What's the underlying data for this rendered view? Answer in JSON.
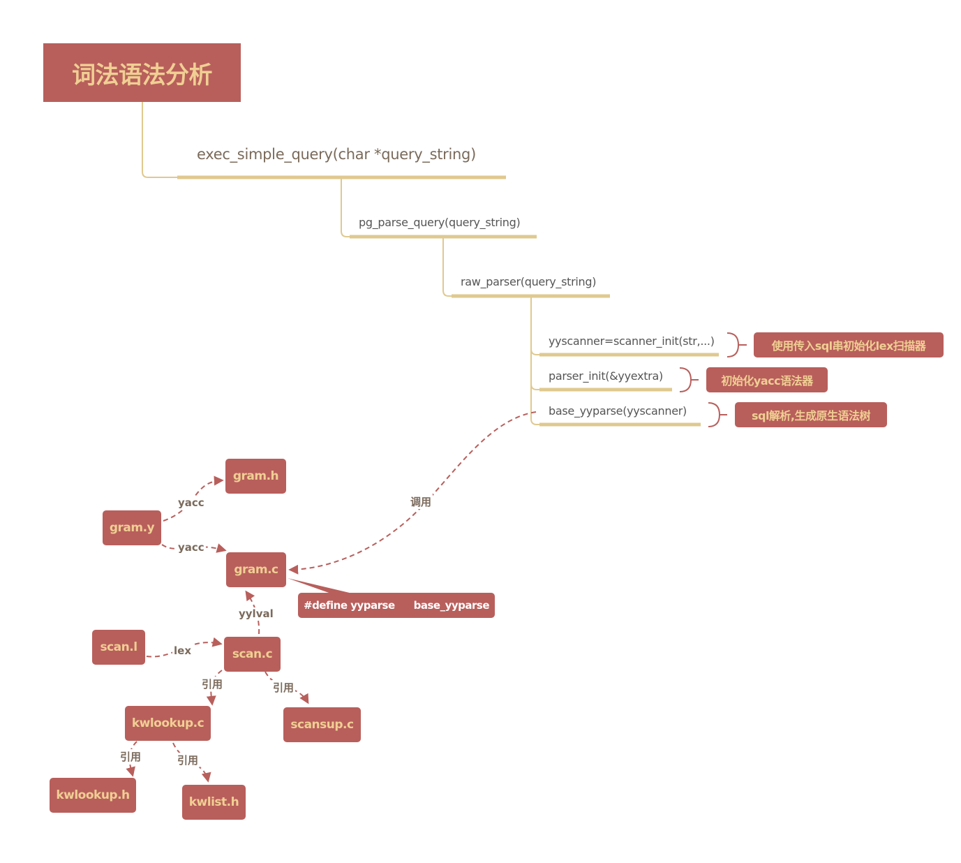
{
  "root": {
    "label": "词法语法分析"
  },
  "tree": {
    "exec": "exec_simple_query(char *query_string)",
    "pg_parse": "pg_parse_query(query_string)",
    "raw_parser": "raw_parser(query_string)",
    "steps": [
      {
        "label": "yyscanner=scanner_init(str,...)",
        "note": "使用传入sql串初始化lex扫描器"
      },
      {
        "label": "parser_init(&yyextra)",
        "note": "初始化yacc语法器"
      },
      {
        "label": "base_yyparse(yyscanner)",
        "note": "sql解析,生成原生语法树"
      }
    ]
  },
  "files": {
    "gram_h": "gram.h",
    "gram_y": "gram.y",
    "gram_c": "gram.c",
    "scan_l": "scan.l",
    "scan_c": "scan.c",
    "kwlookup_c": "kwlookup.c",
    "scansup_c": "scansup.c",
    "kwlookup_h": "kwlookup.h",
    "kwlist_h": "kwlist.h"
  },
  "define_note": {
    "left": "#define yyparse",
    "right": "base_yyparse"
  },
  "edge_labels": {
    "call": "调用",
    "yacc_h": "yacc",
    "yacc_c": "yacc",
    "yylval": "yylval",
    "lex": "lex",
    "ref1": "引用",
    "ref2": "引用",
    "ref3": "引用",
    "ref4": "引用"
  },
  "colors": {
    "node_fill": "#b85f5c",
    "node_text": "#f0cf93",
    "branch_line": "#e0c98f",
    "dashed_edge": "#b85f5c"
  }
}
